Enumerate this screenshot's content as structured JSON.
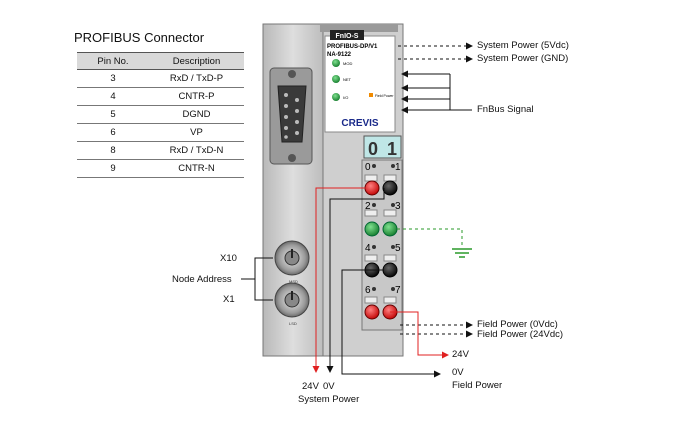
{
  "connector": {
    "title": "PROFIBUS Connector",
    "headers": [
      "Pin No.",
      "Description"
    ],
    "rows": [
      [
        "3",
        "RxD / TxD-P"
      ],
      [
        "4",
        "CNTR-P"
      ],
      [
        "5",
        "DGND"
      ],
      [
        "6",
        "VP"
      ],
      [
        "8",
        "RxD / TxD-N"
      ],
      [
        "9",
        "CNTR-N"
      ]
    ]
  },
  "module": {
    "model": "FnIO-S",
    "type_line1": "PROFIBUS-DP/V1",
    "type_line2": "NA-9122",
    "led_mod": "MOD",
    "led_net": "NET",
    "led_io": "I/O",
    "field_power_label": "Field Power",
    "brand": "CREVIS",
    "display": [
      "0",
      "1"
    ],
    "terminal_numbers": [
      "0",
      "1",
      "2",
      "3",
      "4",
      "5",
      "6",
      "7"
    ],
    "switch_top_label": "MSD",
    "switch_bottom_label": "LSD"
  },
  "labels": {
    "system_power_5v": "System Power (5Vdc)",
    "system_power_gnd": "System Power (GND)",
    "fnbus": "FnBus Signal",
    "x10": "X10",
    "node_address": "Node Address",
    "x1": "X1",
    "field_power_0v": "Field Power (0Vdc)",
    "field_power_24v": "Field Power (24Vdc)",
    "fp_24v": "24V",
    "fp_0v": "0V",
    "fp_label": "Field Power",
    "sp_24v": "24V",
    "sp_0v": "0V",
    "sp_label": "System Power"
  },
  "colors": {
    "red_wire": "#e02020",
    "ground_wire": "#2a9a2a",
    "led_green": "#1f9a3a",
    "panel_gray": "#cfcfcf"
  }
}
